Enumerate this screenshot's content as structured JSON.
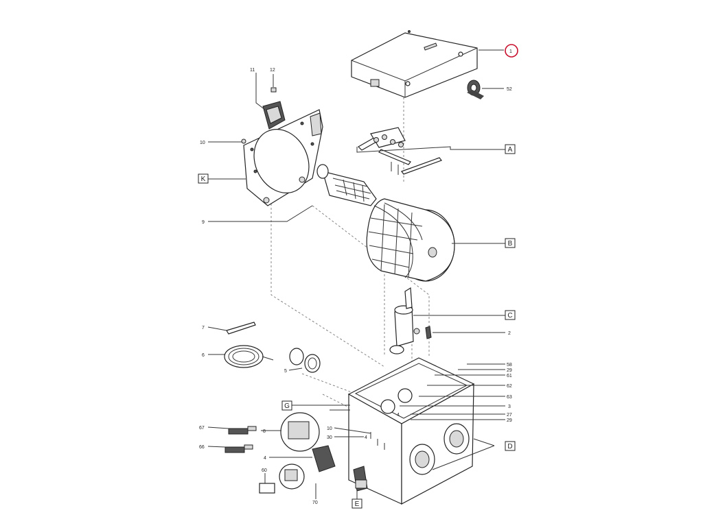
{
  "diagram": {
    "callouts": {
      "c1": "1",
      "c52": "52",
      "c11": "11",
      "c12": "12",
      "c10a": "10",
      "c9": "9",
      "c7": "7",
      "c6": "6",
      "c5": "5",
      "c2": "2",
      "c58": "58",
      "c29a": "29",
      "c61": "61",
      "c62": "62",
      "c63": "63",
      "c3": "3",
      "c27": "27",
      "c29b": "29",
      "c10b": "10",
      "c30": "30",
      "c4a": "4",
      "c4b": "4",
      "c4c": "4",
      "c8": "8",
      "c67": "67",
      "c66": "66",
      "c60": "60",
      "c70": "70"
    },
    "group_labels": {
      "A": "A",
      "B": "B",
      "C": "C",
      "D": "D",
      "E": "E",
      "G": "G",
      "K": "K"
    },
    "highlight_color": "#c8102e",
    "line_color": "#333333"
  }
}
